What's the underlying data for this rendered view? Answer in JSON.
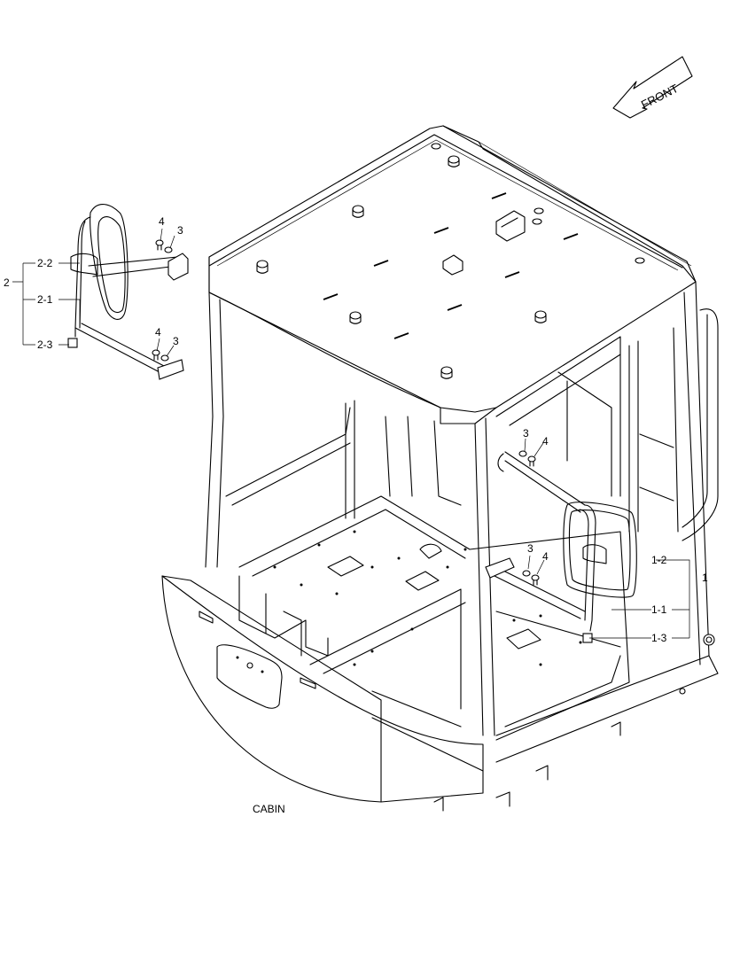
{
  "diagram": {
    "title": "CABIN",
    "direction_label": "FRONT",
    "callouts": {
      "left_group": "2",
      "left_2_2": "2-2",
      "left_2_1": "2-1",
      "left_2_3": "2-3",
      "left_upper_4": "4",
      "left_upper_3": "3",
      "left_lower_4": "4",
      "left_lower_3": "3",
      "right_group": "1",
      "right_1_2": "1-2",
      "right_1_1": "1-1",
      "right_1_3": "1-3",
      "right_upper_3": "3",
      "right_upper_4": "4",
      "right_lower_3": "3",
      "right_lower_4": "4"
    }
  }
}
